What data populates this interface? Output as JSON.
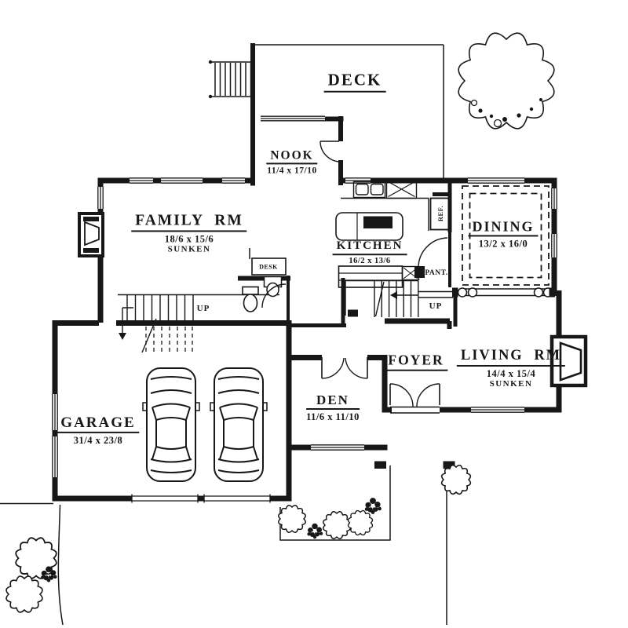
{
  "colors": {
    "ink": "#171717",
    "paper": "#ffffff"
  },
  "rooms": {
    "deck": {
      "name": "DECK"
    },
    "nook": {
      "name": "NOOK",
      "dims": "11/4 x 17/10"
    },
    "family": {
      "name": "FAMILY RM",
      "dims": "18/6 x 15/6",
      "note": "SUNKEN"
    },
    "kitchen": {
      "name": "KITCHEN",
      "dims": "16/2 x 13/6"
    },
    "dining": {
      "name": "DINING",
      "dims": "13/2 x 16/0"
    },
    "living": {
      "name": "LIVING RM",
      "dims": "14/4 x 15/4",
      "note": "SUNKEN"
    },
    "foyer": {
      "name": "FOYER"
    },
    "den": {
      "name": "DEN",
      "dims": "11/6 x 11/10"
    },
    "garage": {
      "name": "GARAGE",
      "dims": "31/4 x 23/8"
    }
  },
  "annotations": {
    "desk": "DESK",
    "refrigerator": "REF.",
    "pantry": "PANT.",
    "stairs_main_up": "UP",
    "stairs_foyer_up": "UP"
  }
}
